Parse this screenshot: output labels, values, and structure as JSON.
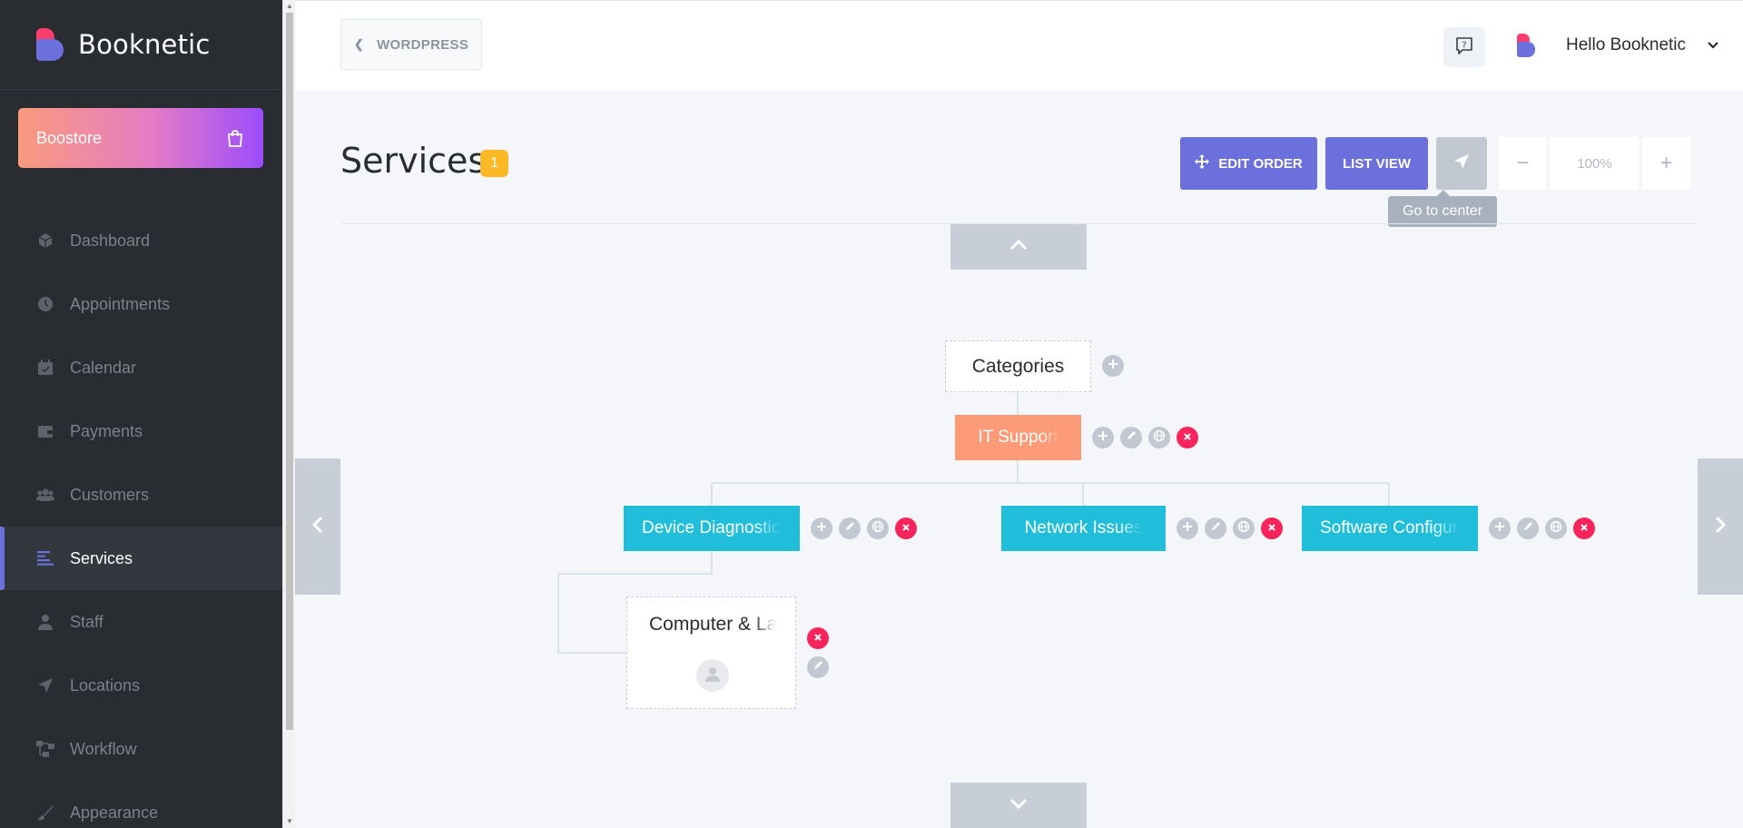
{
  "brand": {
    "name": "Booknetic"
  },
  "boostore": {
    "label": "Boostore",
    "icon": "shopping-bag-icon"
  },
  "sidebar": {
    "items": [
      {
        "label": "Dashboard",
        "icon": "cube-icon"
      },
      {
        "label": "Appointments",
        "icon": "clock-icon"
      },
      {
        "label": "Calendar",
        "icon": "calendar-icon"
      },
      {
        "label": "Payments",
        "icon": "wallet-icon"
      },
      {
        "label": "Customers",
        "icon": "users-icon"
      },
      {
        "label": "Services",
        "icon": "list-icon",
        "active": true
      },
      {
        "label": "Staff",
        "icon": "user-icon"
      },
      {
        "label": "Locations",
        "icon": "location-arrow-icon"
      },
      {
        "label": "Workflow",
        "icon": "workflow-icon"
      },
      {
        "label": "Appearance",
        "icon": "brush-icon"
      }
    ]
  },
  "header": {
    "back_label": "WORDPRESS",
    "user_greeting": "Hello Booknetic"
  },
  "page": {
    "title": "Services",
    "count": "1",
    "edit_order_label": "EDIT ORDER",
    "list_view_label": "LIST VIEW",
    "go_to_center_tooltip": "Go to center",
    "zoom_level": "100%"
  },
  "tree": {
    "root": "Categories",
    "category": "IT Support",
    "subcategories": [
      "Device Diagnostics",
      "Network Issues",
      "Software Configuration"
    ],
    "service": "Computer & Laptop Repair"
  },
  "colors": {
    "accent": "#6c70dc",
    "category_node": "#fd9b78",
    "subcategory_node": "#21bedb",
    "delete": "#f8245b",
    "badge": "#fdb925"
  }
}
